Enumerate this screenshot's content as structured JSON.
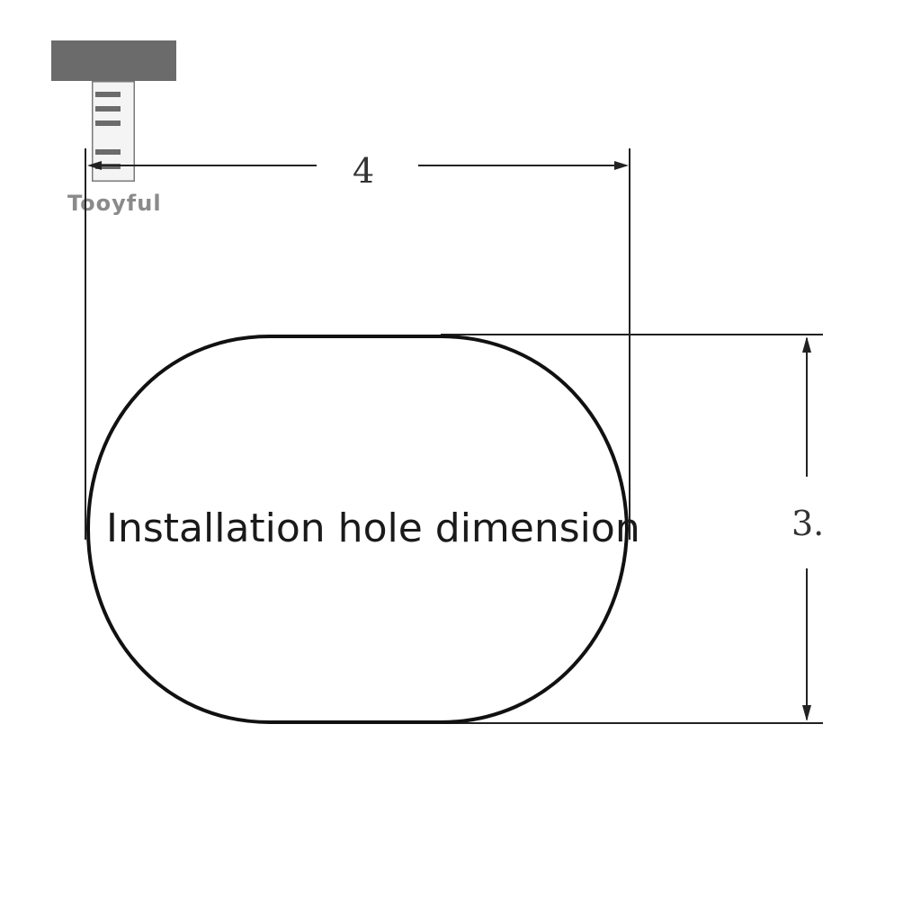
{
  "logo": {
    "text": "Tooyful",
    "icon": "t-ruler-icon"
  },
  "diagram": {
    "width_label": "4",
    "height_label": "3.",
    "center_label": "Installation hole dimension"
  },
  "colors": {
    "outline": "#111111",
    "dimension_line": "#222222",
    "logo_gray": "#6b6b6b"
  }
}
